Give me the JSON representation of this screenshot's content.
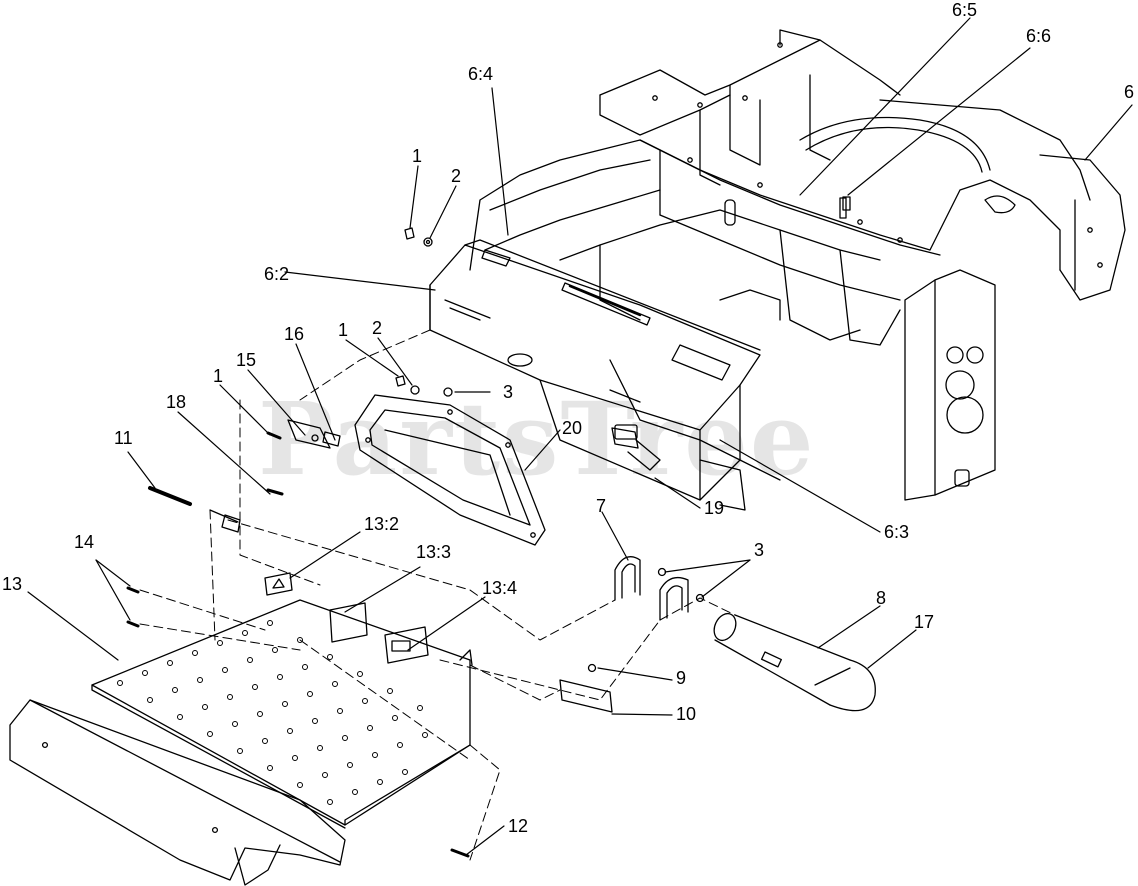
{
  "watermark": "PartsTree",
  "callouts": [
    {
      "id": "c-6-5",
      "text": "6:5"
    },
    {
      "id": "c-6-6",
      "text": "6:6"
    },
    {
      "id": "c-6-4",
      "text": "6:4"
    },
    {
      "id": "c-6",
      "text": "6"
    },
    {
      "id": "c-1a",
      "text": "1"
    },
    {
      "id": "c-2a",
      "text": "2"
    },
    {
      "id": "c-6-2",
      "text": "6:2"
    },
    {
      "id": "c-1b",
      "text": "1"
    },
    {
      "id": "c-2b",
      "text": "2"
    },
    {
      "id": "c-16",
      "text": "16"
    },
    {
      "id": "c-15",
      "text": "15"
    },
    {
      "id": "c-1c",
      "text": "1"
    },
    {
      "id": "c-3a",
      "text": "3"
    },
    {
      "id": "c-18",
      "text": "18"
    },
    {
      "id": "c-20",
      "text": "20"
    },
    {
      "id": "c-11",
      "text": "11"
    },
    {
      "id": "c-19",
      "text": "19"
    },
    {
      "id": "c-6-3",
      "text": "6:3"
    },
    {
      "id": "c-7",
      "text": "7"
    },
    {
      "id": "c-13-2",
      "text": "13:2"
    },
    {
      "id": "c-13-3",
      "text": "13:3"
    },
    {
      "id": "c-3b",
      "text": "3"
    },
    {
      "id": "c-14",
      "text": "14"
    },
    {
      "id": "c-13",
      "text": "13"
    },
    {
      "id": "c-13-4",
      "text": "13:4"
    },
    {
      "id": "c-8",
      "text": "8"
    },
    {
      "id": "c-17",
      "text": "17"
    },
    {
      "id": "c-9",
      "text": "9"
    },
    {
      "id": "c-10",
      "text": "10"
    },
    {
      "id": "c-12",
      "text": "12"
    }
  ]
}
